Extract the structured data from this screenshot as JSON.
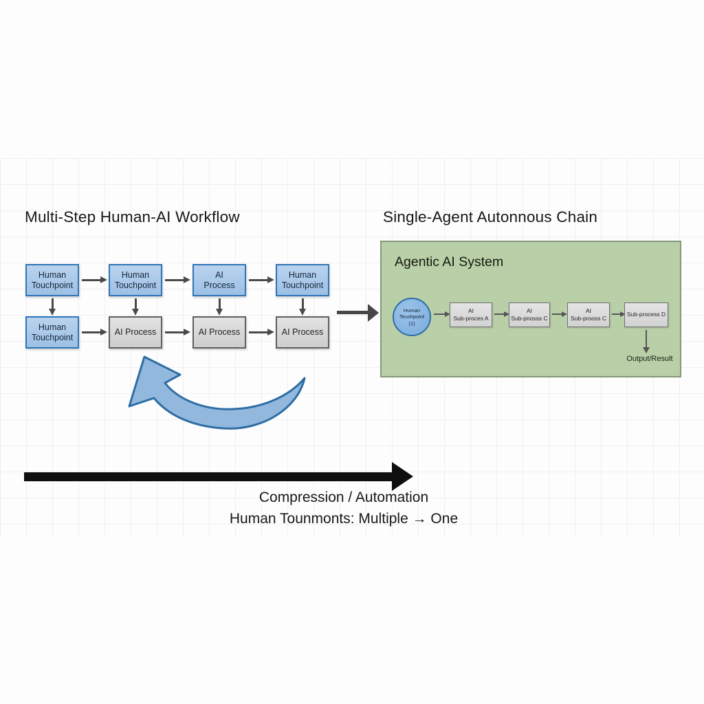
{
  "titles": {
    "left": "Multi-Step Human-AI Workflow",
    "right": "Single-Agent Autonnous Chain"
  },
  "workflow": {
    "row1": [
      {
        "label": "Human\nTouchpoint",
        "variant": "blue"
      },
      {
        "label": "Human\nTouchpoint",
        "variant": "blue"
      },
      {
        "label": "AI\nProcess",
        "variant": "blue"
      },
      {
        "label": "Human\nTouchpoint",
        "variant": "blue"
      }
    ],
    "row2": [
      {
        "label": "Human\nTouchpoint",
        "variant": "blue"
      },
      {
        "label": "AI Process",
        "variant": "gray"
      },
      {
        "label": "AI Process",
        "variant": "gray"
      },
      {
        "label": "AI Process",
        "variant": "gray"
      }
    ]
  },
  "agentic": {
    "panel_title": "Agentic AI System",
    "entry_circle": "Human\nTeushpoint\n(1)",
    "chain": [
      "AI\nSub-proces A",
      "AI\nSub-pnosss C",
      "AI\nSub-prooss C",
      "Sub-process D"
    ],
    "output_label": "Output/Result"
  },
  "bottom": {
    "line1": "Compression / Automation",
    "line2": "Human Tounmonts: Multiple → One"
  },
  "colors": {
    "blue_box_fill": "#a9c6e8",
    "blue_box_border": "#2e74b5",
    "gray_box_fill": "#d9d9d9",
    "gray_box_border": "#5f5f5f",
    "green_panel_fill": "#b9cfa8",
    "green_panel_border": "#879778",
    "connector_arrow": "#4a4a4a",
    "black_arrow": "#0f0f0f",
    "curved_arrow_fill": "#93b8dd",
    "curved_arrow_border": "#2e6da4"
  }
}
